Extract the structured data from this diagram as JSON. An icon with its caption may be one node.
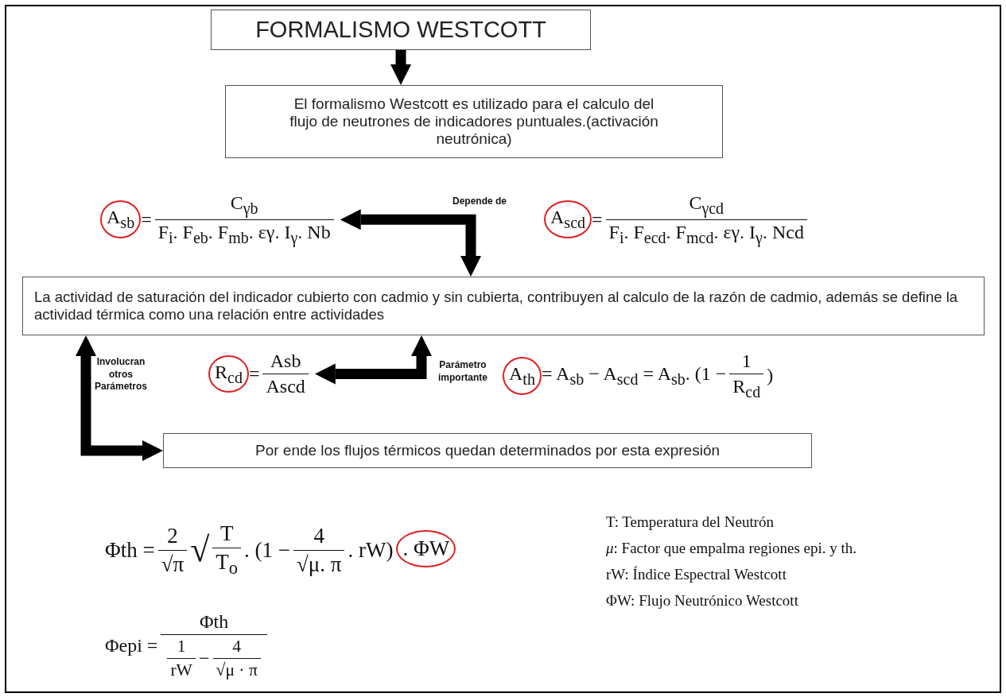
{
  "diagram": {
    "nodes": [
      {
        "text": [
          "FORMALISMO WESTCOTT"
        ]
      },
      {
        "text": [
          "El formalismo Westcott es utilizado para el calculo del flujo de neutrones de indicadores puntuales.(activación neutrónica)"
        ]
      },
      {
        "text": [
          "A$_{sb}$",
          "=",
          "C$_{γb}$",
          "F$_{i}$. F$_{eb}$. F$_{mb}$. εγ. I$_{γ}$. Nb"
        ]
      },
      {
        "text": [
          "A$_{scd}$",
          "=",
          "C$_{γcd}$",
          "F$_{i}$. F$_{ecd}$. F$_{mcd}$. εγ. I$_{γ}$. Ncd"
        ]
      },
      {
        "text": [
          "La actividad de saturación del indicador cubierto con cadmio y sin cubierta, contribuyen al calculo de la razón de cadmio, además se define la actividad térmica como una relación entre actividades"
        ]
      },
      {
        "text": [
          "R$_{cd}$",
          "=",
          "Asb",
          "Ascd"
        ]
      },
      {
        "text": [
          "A$_{th}$",
          "= A$_{sb}$ − A$_{scd}$ = A$_{sb}$. (1 −",
          "1",
          "R$_{cd}$",
          ")"
        ]
      },
      {
        "text": [
          "Por ende los flujos térmicos quedan determinados por esta expresión"
        ]
      },
      {
        "text": [
          "Φth =",
          "2",
          "√π",
          "√",
          "T",
          "T$_{o}$",
          ". (1 −",
          "4",
          "√μ. π",
          ". rW)"
        ]
      },
      {
        "text": [
          ". ΦW"
        ]
      },
      {
        "text": [
          "Φepi =",
          "Φth",
          "1",
          "rW",
          "−",
          "4",
          "√μ · π"
        ]
      }
    ],
    "edges": [
      {
        "from": 0,
        "to": 1,
        "arrow": "to"
      },
      {
        "from": 2,
        "to": 4,
        "arrow": "both",
        "label": "Depende de"
      },
      {
        "from": 5,
        "to": 4,
        "arrow": "both",
        "label": "Parámetro importante"
      },
      {
        "from": 4,
        "to": 7,
        "arrow": "both",
        "label": "Involucran otros Parámetros"
      }
    ],
    "labels": [
      "T: Temperatura del Neutrón",
      "*μ*: Factor que empalma regiones epi. y th.",
      "rW: Índice Espectral Westcott",
      "ΦW: Flujo Neutrónico Westcott"
    ]
  }
}
